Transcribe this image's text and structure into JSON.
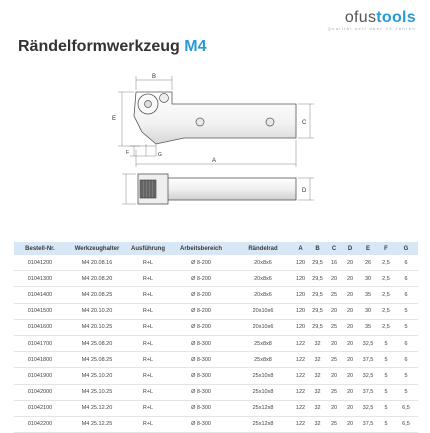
{
  "brand": {
    "name_part1": "ofus",
    "name_part2": "tools",
    "tagline": "Qualität seit über 20 Jahren"
  },
  "page": {
    "title_main": "Rändelformwerkzeug",
    "title_accent": "M4"
  },
  "drawing": {
    "labels": {
      "A": "A",
      "B": "B",
      "C": "C",
      "D": "D",
      "E": "E",
      "F": "F",
      "G": "G"
    }
  },
  "colors": {
    "accent": "#2a9bd6",
    "header_bg": "#d7e7f5"
  },
  "table": {
    "headers": [
      "Bestell-Nr.",
      "Werkzeughalter",
      "Ausführung",
      "Arbeitsbereich",
      "Rändelrad",
      "A",
      "B",
      "C",
      "D",
      "E",
      "F",
      "G"
    ],
    "rows": [
      [
        "01041200",
        "M4 20.08.16",
        "R+L",
        "Ø 8-200",
        "20x8x6",
        "120",
        "29,5",
        "16",
        "20",
        "26",
        "2,5",
        "6"
      ],
      [
        "01041300",
        "M4 20.08.20",
        "R+L",
        "Ø 8-200",
        "20x8x6",
        "120",
        "29,5",
        "20",
        "20",
        "30",
        "2,5",
        "6"
      ],
      [
        "01041400",
        "M4 20.08.25",
        "R+L",
        "Ø 8-200",
        "20x8x6",
        "120",
        "29,5",
        "25",
        "20",
        "35",
        "2,5",
        "6"
      ],
      [
        "01041500",
        "M4 20.10.20",
        "R+L",
        "Ø 8-200",
        "20x10x6",
        "120",
        "29,5",
        "20",
        "20",
        "30",
        "2,5",
        "5"
      ],
      [
        "01041600",
        "M4 20.10.25",
        "R+L",
        "Ø 8-200",
        "20x10x6",
        "120",
        "29,5",
        "25",
        "20",
        "35",
        "2,5",
        "5"
      ],
      [
        "01041700",
        "M4 25.08.20",
        "R+L",
        "Ø 8-300",
        "25x8x8",
        "122",
        "32",
        "20",
        "20",
        "32,5",
        "5",
        "6"
      ],
      [
        "01041800",
        "M4 25.08.25",
        "R+L",
        "Ø 8-300",
        "25x8x8",
        "122",
        "32",
        "25",
        "20",
        "37,5",
        "5",
        "6"
      ],
      [
        "01041900",
        "M4 25.10.20",
        "R+L",
        "Ø 8-300",
        "25x10x8",
        "122",
        "32",
        "20",
        "20",
        "32,5",
        "5",
        "5"
      ],
      [
        "01042000",
        "M4 25.10.25",
        "R+L",
        "Ø 8-300",
        "25x10x8",
        "122",
        "32",
        "25",
        "20",
        "37,5",
        "5",
        "5"
      ],
      [
        "01042100",
        "M4 25.12.20",
        "R+L",
        "Ø 8-300",
        "25x12x8",
        "122",
        "32",
        "20",
        "20",
        "32,5",
        "5",
        "6,5"
      ],
      [
        "01042200",
        "M4 25.12.25",
        "R+L",
        "Ø 8-300",
        "25x12x8",
        "122",
        "32",
        "25",
        "20",
        "37,5",
        "5",
        "6,5"
      ]
    ]
  }
}
